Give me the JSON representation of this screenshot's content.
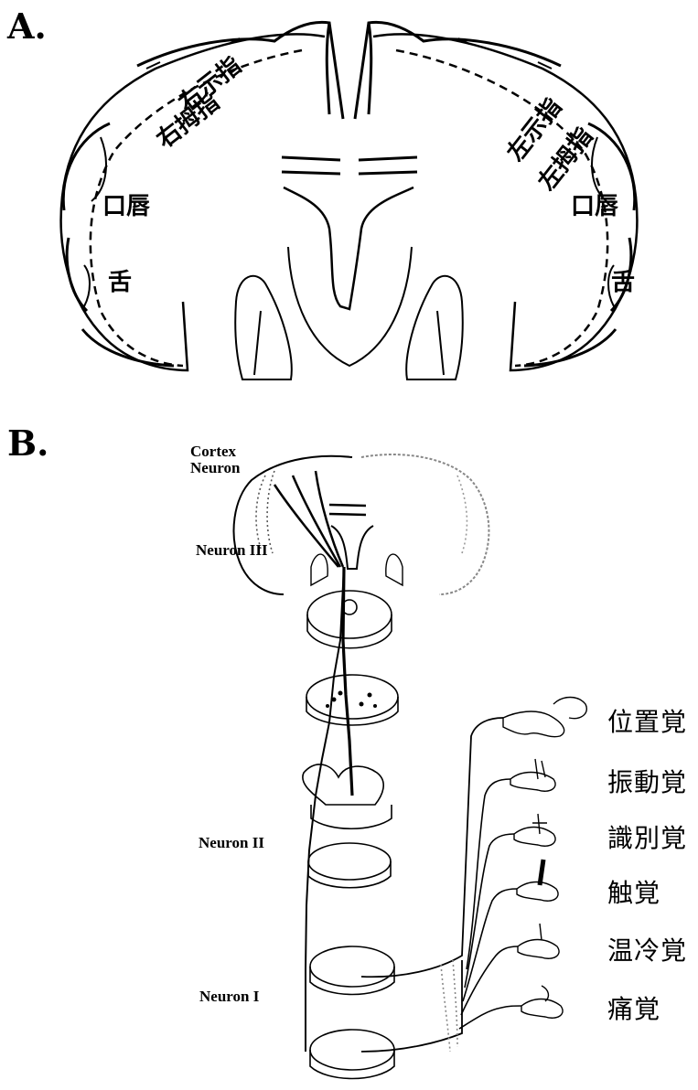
{
  "panel_a": {
    "label": "A.",
    "left_hemisphere": {
      "finger_index": "右示指",
      "finger_thumb": "右拇指",
      "lips": "口唇",
      "tongue": "舌"
    },
    "right_hemisphere": {
      "finger_index": "左示指",
      "finger_thumb": "左拇指",
      "lips": "口唇",
      "tongue": "舌"
    }
  },
  "panel_b": {
    "label": "B.",
    "neuron_labels": {
      "cortex": "Cortex",
      "cortex_neuron": "Neuron",
      "neuron_iii": "Neuron III",
      "neuron_ii": "Neuron II",
      "neuron_i": "Neuron I"
    },
    "senses": [
      "位置覚",
      "振動覚",
      "識別覚",
      "触覚",
      "温冷覚",
      "痛覚"
    ]
  }
}
